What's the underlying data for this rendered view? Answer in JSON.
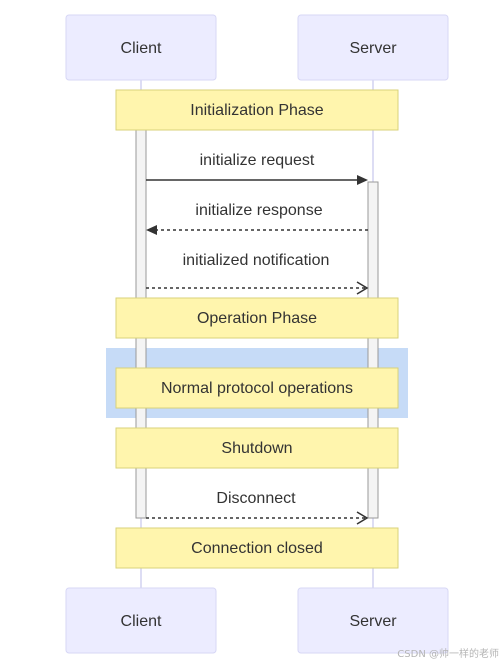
{
  "actors": {
    "client": "Client",
    "server": "Server"
  },
  "notes": {
    "initialization": "Initialization Phase",
    "operation": "Operation Phase",
    "normal_ops": "Normal protocol operations",
    "shutdown": "Shutdown",
    "closed": "Connection closed"
  },
  "messages": {
    "initialize_request": "initialize request",
    "initialize_response": "initialize response",
    "initialized_notification": "initialized notification",
    "disconnect": "Disconnect"
  },
  "watermark": "CSDN @帅一样的老师",
  "colors": {
    "actor_fill": "#ECECFF",
    "actor_stroke": "#D7D7F5",
    "note_fill": "#FFF5AD",
    "note_stroke": "#D8D27A",
    "highlight_fill": "#C6DBF7",
    "activation_fill": "#F4F4F4",
    "line": "#333333",
    "lifeline": "#D2D2F0"
  }
}
